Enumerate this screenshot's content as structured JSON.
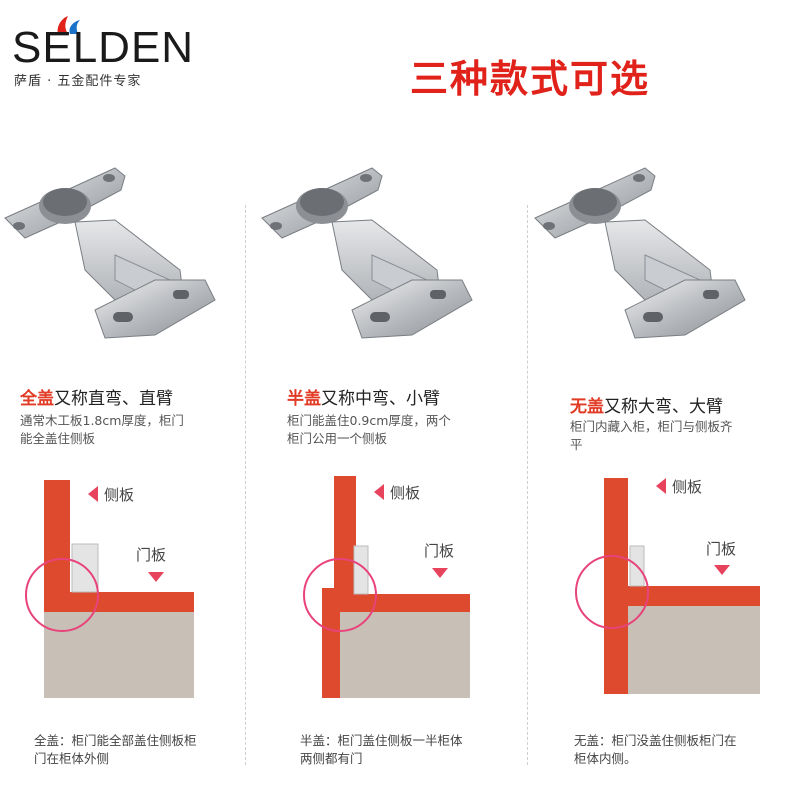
{
  "brand": {
    "logo_text": "SELDEN",
    "tagline": "萨盾 · 五金配件专家",
    "drop_colors": [
      "#e0221b",
      "#1a73c8"
    ]
  },
  "headline": "三种款式可选",
  "variants": [
    {
      "title_highlight": "全盖",
      "title_rest": "又称直弯、直臂",
      "desc_line1": "通常木工板1.8cm厚度，柜门",
      "desc_line2": "能全盖住侧板",
      "side_label": "侧板",
      "door_label": "门板",
      "note_line1": "全盖：柜门能全部盖住侧板柜",
      "note_line2": "门在柜体外侧"
    },
    {
      "title_highlight": "半盖",
      "title_rest": "又称中弯、小臂",
      "desc_line1": "柜门能盖住0.9cm厚度，两个",
      "desc_line2": "柜门公用一个侧板",
      "side_label": "侧板",
      "door_label": "门板",
      "note_line1": "半盖：柜门盖住侧板一半柜体",
      "note_line2": "两侧都有门"
    },
    {
      "title_highlight": "无盖",
      "title_rest": "又称大弯、大臂",
      "desc_line1": "柜门内藏入柜，柜门与侧板齐",
      "desc_line2": "平",
      "side_label": "侧板",
      "door_label": "门板",
      "note_line1": "无盖：柜门没盖住侧板柜门在",
      "note_line2": "柜体内侧。"
    }
  ],
  "colors": {
    "accent": "#e0221b",
    "panel_red": "#dd4a2e",
    "board_gray": "#c8c0b6",
    "circle_pink": "#e8437a",
    "arrow_pink": "#e8435d"
  }
}
